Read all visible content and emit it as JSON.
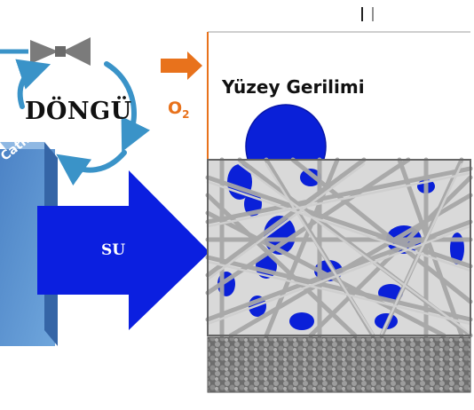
{
  "labels": {
    "cycle": "DÖNGÜ",
    "surface_tension": "Yüzey Gerilimi",
    "water": "SU",
    "oxygen": "O",
    "oxygen_subscript": "2",
    "cathode": "Cathode"
  },
  "colors": {
    "arrow_blue": "#0b1fe0",
    "cycle_arrow": "#3a93c8",
    "o2_orange": "#e8721c",
    "droplet_blue": "#0a20d8",
    "fiber_gray": "#9a9a9a",
    "substrate_gray": "#7a7a7a"
  },
  "icons": {
    "valve": "valve-icon"
  }
}
